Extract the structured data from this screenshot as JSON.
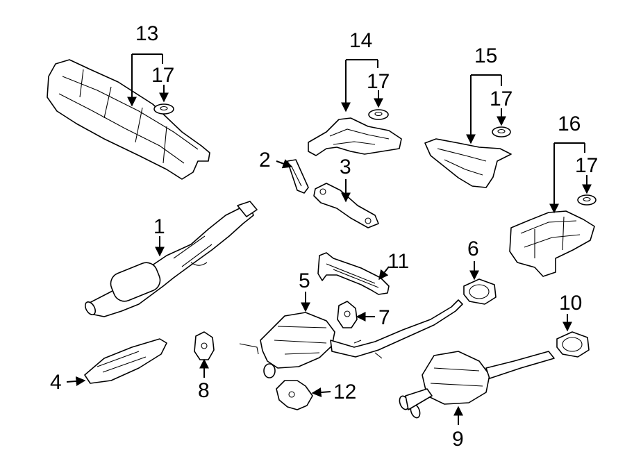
{
  "diagram": {
    "callouts": [
      {
        "id": "c1",
        "label": "1"
      },
      {
        "id": "c2",
        "label": "2"
      },
      {
        "id": "c3",
        "label": "3"
      },
      {
        "id": "c4",
        "label": "4"
      },
      {
        "id": "c5",
        "label": "5"
      },
      {
        "id": "c6",
        "label": "6"
      },
      {
        "id": "c7",
        "label": "7"
      },
      {
        "id": "c8",
        "label": "8"
      },
      {
        "id": "c9",
        "label": "9"
      },
      {
        "id": "c10",
        "label": "10"
      },
      {
        "id": "c11",
        "label": "11"
      },
      {
        "id": "c12",
        "label": "12"
      },
      {
        "id": "c13",
        "label": "13"
      },
      {
        "id": "c14",
        "label": "14"
      },
      {
        "id": "c15",
        "label": "15"
      },
      {
        "id": "c16",
        "label": "16"
      },
      {
        "id": "c17a",
        "label": "17"
      },
      {
        "id": "c17b",
        "label": "17"
      },
      {
        "id": "c17c",
        "label": "17"
      },
      {
        "id": "c17d",
        "label": "17"
      }
    ],
    "colors": {
      "line": "#000000",
      "background": "#ffffff"
    }
  }
}
